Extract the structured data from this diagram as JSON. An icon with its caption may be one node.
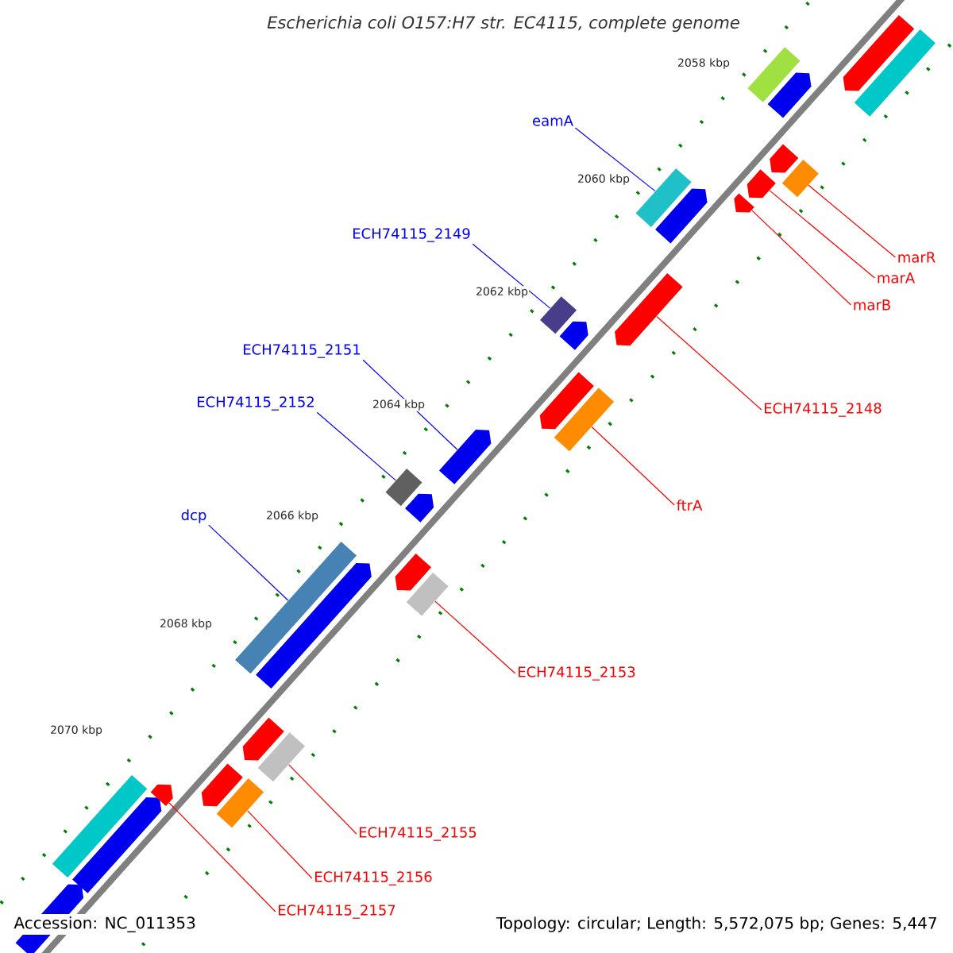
{
  "diagram": {
    "title": "Escherichia coli O157:H7 str. EC4115, complete genome",
    "nodes": [
      {
        "text": [
          "eamA"
        ]
      },
      {
        "text": [
          "ECH74115_2149"
        ]
      },
      {
        "text": [
          "marR"
        ]
      },
      {
        "text": [
          "marA"
        ]
      },
      {
        "text": [
          "marB"
        ]
      },
      {
        "text": [
          "ECH74115_2151"
        ]
      },
      {
        "text": [
          "ECH74115_2152"
        ]
      },
      {
        "text": [
          "ECH74115_2148"
        ]
      },
      {
        "text": [
          "ftrA"
        ]
      },
      {
        "text": [
          "dcp"
        ]
      },
      {
        "text": [
          "ECH74115_2153"
        ]
      },
      {
        "text": [
          "ECH74115_2155"
        ]
      },
      {
        "text": [
          "ECH74115_2156"
        ]
      },
      {
        "text": [
          "ECH74115_2157"
        ]
      },
      {
        "text": [],
        "shape": "pentagon"
      },
      {
        "text": [],
        "shape": "bar"
      },
      {
        "text": [],
        "shape": "bar"
      },
      {
        "text": [],
        "shape": "pentagon"
      },
      {
        "text": [],
        "shape": "pentagon"
      },
      {
        "text": [],
        "shape": "bar"
      },
      {
        "text": [],
        "shape": "pentagon"
      },
      {
        "text": [],
        "shape": "pentagon"
      },
      {
        "text": [],
        "shape": "bar"
      },
      {
        "text": [],
        "shape": "pentagon"
      },
      {
        "text": [],
        "shape": "bar"
      },
      {
        "text": [],
        "shape": "pentagon"
      },
      {
        "text": [],
        "shape": "pentagon"
      },
      {
        "text": [],
        "shape": "pentagon"
      },
      {
        "text": [],
        "shape": "bar"
      },
      {
        "text": [],
        "shape": "pentagon"
      },
      {
        "text": [],
        "shape": "bar"
      },
      {
        "text": [],
        "shape": "pentagon"
      },
      {
        "text": [],
        "shape": "bar"
      },
      {
        "text": [],
        "shape": "pentagon"
      },
      {
        "text": [],
        "shape": "pentagon"
      },
      {
        "text": [],
        "shape": "bar"
      },
      {
        "text": [],
        "shape": "bar"
      },
      {
        "text": [],
        "shape": "pentagon"
      },
      {
        "text": [],
        "shape": "pentagon"
      },
      {
        "text": [],
        "shape": "bar"
      },
      {
        "text": [],
        "shape": "pentagon"
      },
      {
        "text": [],
        "shape": "bar"
      },
      {
        "text": [],
        "shape": "pentagon"
      },
      {
        "text": [],
        "shape": "pentagon"
      }
    ],
    "edges": [
      {
        "from": 0,
        "to": 22,
        "arrow": "none",
        "color": "#0000ff"
      },
      {
        "from": 1,
        "to": 24,
        "arrow": "none",
        "color": "#0000ff"
      },
      {
        "from": 2,
        "to": 19,
        "arrow": "none"
      },
      {
        "from": 3,
        "to": 20,
        "arrow": "none"
      },
      {
        "from": 4,
        "to": 21,
        "arrow": "none"
      },
      {
        "from": 5,
        "to": 29,
        "arrow": "none",
        "color": "#0000ff"
      },
      {
        "from": 6,
        "to": 30,
        "arrow": "none",
        "color": "#0000ff"
      },
      {
        "from": 7,
        "to": 26,
        "arrow": "none"
      },
      {
        "from": 8,
        "to": 28,
        "arrow": "none"
      },
      {
        "from": 9,
        "to": 32,
        "arrow": "none",
        "color": "#0000ff"
      },
      {
        "from": 10,
        "to": 35,
        "arrow": "none"
      },
      {
        "from": 11,
        "to": 39,
        "arrow": "none"
      },
      {
        "from": 12,
        "to": 41,
        "arrow": "none"
      },
      {
        "from": 13,
        "to": 42,
        "arrow": "none"
      }
    ],
    "labels": [
      "2058 kbp",
      "2060 kbp",
      "2062 kbp",
      "2064 kbp",
      "2066 kbp",
      "2068 kbp",
      "2070 kbp",
      "Accession: NC_011353",
      "Topology: circular; Length: 5,572,075 bp; Genes: 5,447"
    ]
  }
}
